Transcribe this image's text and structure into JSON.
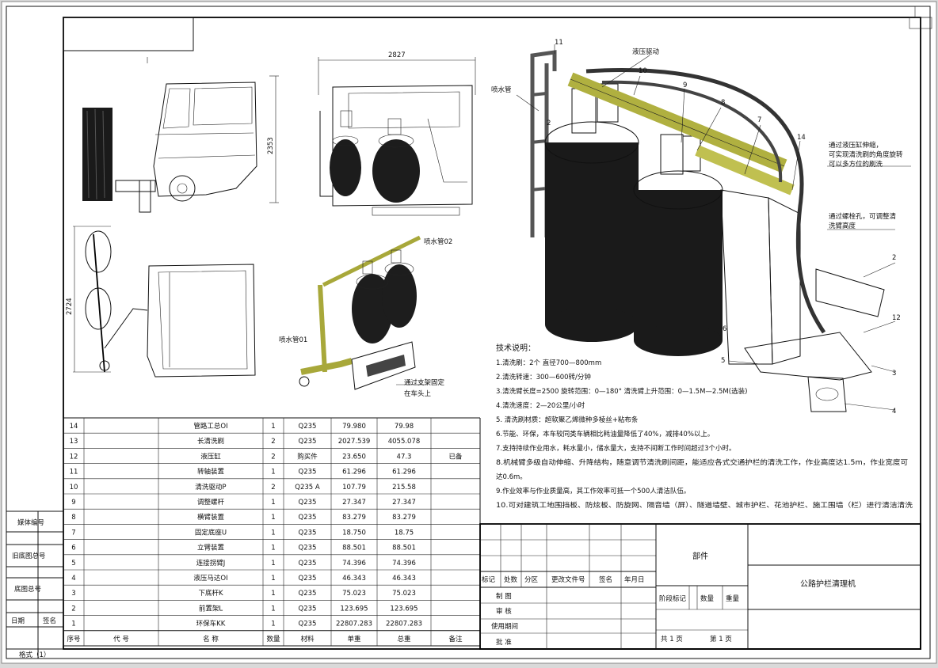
{
  "dims": {
    "width_2827": "2827",
    "height_2353": "2353",
    "side_2724": "2724"
  },
  "callouts": {
    "spray_pipe": "喷水管",
    "spray_pipe_02": "喷水管02",
    "spray_pipe_01": "喷水管01",
    "hydraulic_drive": "液压驱动",
    "mount_note": "通过支架固定在车头上",
    "rotate_note": "通过液压缸伸缩，可实现清洗刷的角度旋转可以多方位的刷洗",
    "bolt_note": "通过螺栓孔，可调整清洗臂高度",
    "numbers": [
      "11",
      "10",
      "9",
      "8",
      "7",
      "14",
      "2",
      "12",
      "3",
      "4",
      "5",
      "6",
      "2"
    ]
  },
  "tech": {
    "title": "技术说明：",
    "lines": [
      "1.清洗刷：2个  直径700—800mm",
      "2.清洗转速：300—600转/分钟",
      "3.清洗臂长度=2500   旋转范围：0—180°  清洗臂上升范围：0—1.5M—2.5M(选装)",
      "4.清洗速度：2—20公里/小时",
      "5. 清洗刷材质：超软聚乙烯微种多棱丝+粘布条",
      "6.节能、环保，本车较同类车辆相比耗油量降低了40%，减排40%以上。",
      "7.支持持续作业用水，耗水量小，储水量大，支持不间断工作时间超过3个小时。",
      "8.机械臂多级自动伸缩、升降结构，随意调节清洗刷间距，能适应各式交通护栏的清洗工作，作业高度达1.5m，作业宽度可",
      "达0.6m。",
      "9.作业效率与作业质量高，其工作效率可抵一个500人清洁队伍。",
      "10.可对建筑工地围挡板、防炫板、防旋网、隔音墙（屏）、隧道墙壁、城市护栏、花池护栏、施工围墙（栏）进行清洁清洗"
    ]
  },
  "bom": {
    "header": [
      "序号",
      "代    号",
      "名    称",
      "数量",
      "材料",
      "单重",
      "总重",
      "备注"
    ],
    "rows": [
      [
        "14",
        "",
        "管路工总OI",
        "1",
        "Q235",
        "79.980",
        "79.98",
        ""
      ],
      [
        "13",
        "",
        "长清洗刷",
        "2",
        "Q235",
        "2027.539",
        "4055.078",
        ""
      ],
      [
        "12",
        "",
        "液压缸",
        "2",
        "购买件",
        "23.650",
        "47.3",
        "已备"
      ],
      [
        "11",
        "",
        "转轴装置",
        "1",
        "Q235",
        "61.296",
        "61.296",
        ""
      ],
      [
        "10",
        "",
        "清洗驱动P",
        "2",
        "Q235  A",
        "107.79",
        "215.58",
        ""
      ],
      [
        "9",
        "",
        "调整螺杆",
        "1",
        "Q235",
        "27.347",
        "27.347",
        ""
      ],
      [
        "8",
        "",
        "横臂装置",
        "1",
        "Q235",
        "83.279",
        "83.279",
        ""
      ],
      [
        "7",
        "",
        "固定底座U",
        "1",
        "Q235",
        "18.750",
        "18.75",
        ""
      ],
      [
        "6",
        "",
        "立臂装置",
        "1",
        "Q235",
        "88.501",
        "88.501",
        ""
      ],
      [
        "5",
        "",
        "连接拐臂J",
        "1",
        "Q235",
        "74.396",
        "74.396",
        ""
      ],
      [
        "4",
        "",
        "液压马达OI",
        "1",
        "Q235",
        "46.343",
        "46.343",
        ""
      ],
      [
        "3",
        "",
        "下底杆K",
        "1",
        "Q235",
        "75.023",
        "75.023",
        ""
      ],
      [
        "2",
        "",
        "前置架L",
        "1",
        "Q235",
        "123.695",
        "123.695",
        ""
      ],
      [
        "1",
        "",
        "环保车KK",
        "1",
        "Q235",
        "22807.283",
        "22807.283",
        ""
      ]
    ]
  },
  "side": [
    "媒体编号",
    "旧底图总号",
    "底图总号",
    "日期",
    "签名"
  ],
  "title_block": {
    "part": "部件",
    "name": "公路护栏清理机",
    "rev_labels": [
      "标记",
      "处数",
      "分区",
      "更改文件号",
      "签名",
      "年月日"
    ],
    "roles": [
      "制    图",
      "审    核",
      "使用期间",
      "批    准"
    ],
    "stage": "阶段标记",
    "qty": "数量",
    "weight": "重量",
    "sheet_total": "共 1 页",
    "sheet_no": "第 1 页"
  },
  "format": "格式（1）"
}
